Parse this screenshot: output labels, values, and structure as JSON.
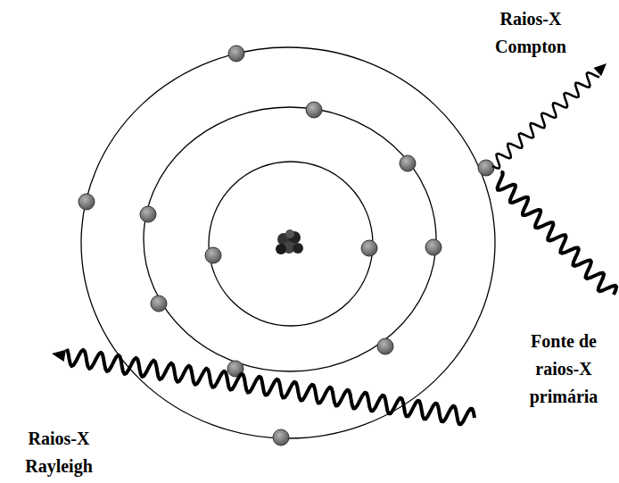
{
  "diagram": {
    "labels": [
      "Raios-X Compton",
      "Fonte de raios-X primária",
      "Raios-X Rayleigh"
    ]
  }
}
